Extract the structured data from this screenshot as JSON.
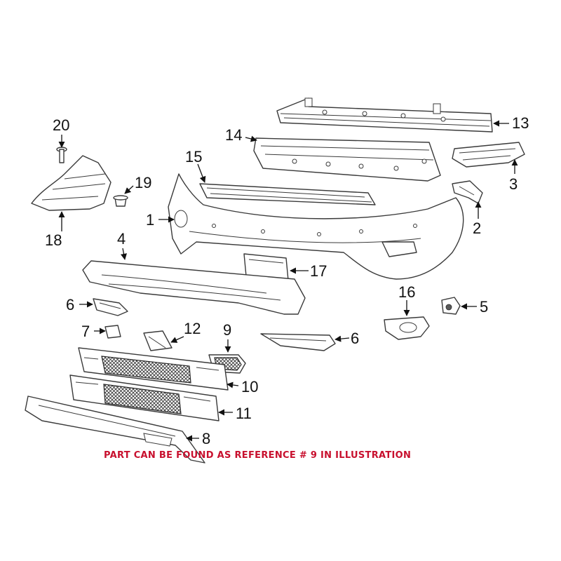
{
  "callouts": {
    "n1": "1",
    "n2": "2",
    "n3": "3",
    "n4": "4",
    "n5": "5",
    "n6a": "6",
    "n6b": "6",
    "n7": "7",
    "n8": "8",
    "n9": "9",
    "n10": "10",
    "n11": "11",
    "n12": "12",
    "n13": "13",
    "n14": "14",
    "n15": "15",
    "n16": "16",
    "n17": "17",
    "n18": "18",
    "n19": "19",
    "n20": "20"
  },
  "note": "PART CAN BE FOUND AS REFERENCE # 9 IN ILLUSTRATION",
  "colors": {
    "note_text": "#c8102e",
    "line_art": "#3a3a3a"
  }
}
